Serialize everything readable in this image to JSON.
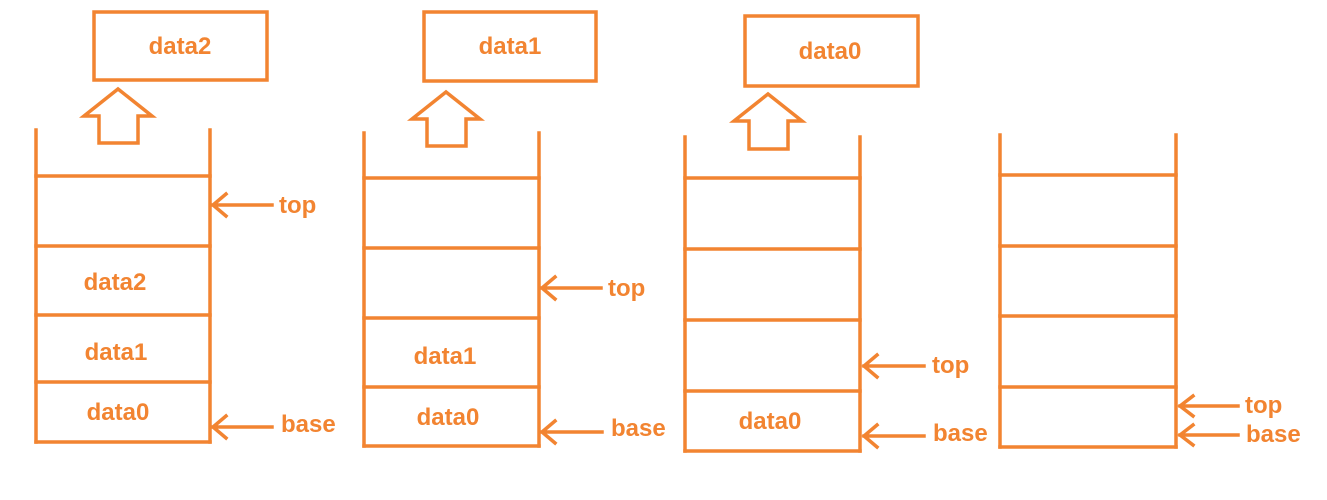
{
  "colors": {
    "accent": "#F28431",
    "background": "#FFFFFF"
  },
  "stacks": [
    {
      "popped": "data2",
      "cells": [
        "",
        "data2",
        "data1",
        "data0"
      ],
      "pointers": {
        "top": "top",
        "base": "base"
      }
    },
    {
      "popped": "data1",
      "cells": [
        "",
        "",
        "data1",
        "data0"
      ],
      "pointers": {
        "top": "top",
        "base": "base"
      }
    },
    {
      "popped": "data0",
      "cells": [
        "",
        "",
        "",
        "data0"
      ],
      "pointers": {
        "top": "top",
        "base": "base"
      }
    },
    {
      "popped": null,
      "cells": [
        "",
        "",
        "",
        ""
      ],
      "pointers": {
        "top": "top",
        "base": "base"
      }
    }
  ]
}
